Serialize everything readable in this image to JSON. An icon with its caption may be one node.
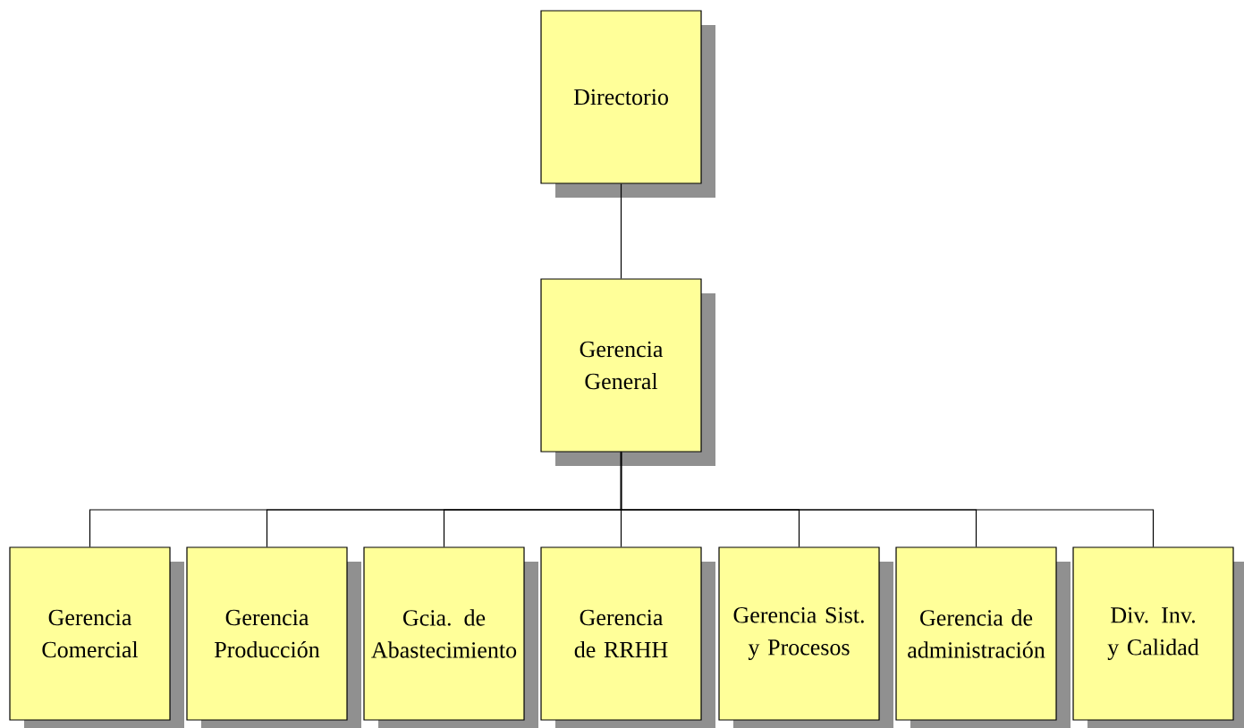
{
  "diagram": {
    "nodes": [
      {
        "text": [
          "Directorio"
        ]
      },
      {
        "text": [
          "Gerencia General"
        ]
      },
      {
        "text": [
          "Gerencia Comercial"
        ]
      },
      {
        "text": [
          "Gerencia Producción"
        ]
      },
      {
        "text": [
          "Gcia. de Abastecimiento"
        ]
      },
      {
        "text": [
          "Gerencia de RRHH"
        ]
      },
      {
        "text": [
          "Gerencia Sist. y Procesos"
        ]
      },
      {
        "text": [
          "Gerencia de administración"
        ]
      },
      {
        "text": [
          "Div.  Inv. y Calidad"
        ]
      }
    ],
    "edges": [
      {
        "from": 0,
        "to": 1,
        "arrow": "none"
      },
      {
        "from": 1,
        "to": 2,
        "arrow": "none"
      },
      {
        "from": 1,
        "to": 3,
        "arrow": "none"
      },
      {
        "from": 1,
        "to": 4,
        "arrow": "none"
      },
      {
        "from": 1,
        "to": 5,
        "arrow": "none"
      },
      {
        "from": 1,
        "to": 6,
        "arrow": "none"
      },
      {
        "from": 1,
        "to": 7,
        "arrow": "none"
      },
      {
        "from": 1,
        "to": 8,
        "arrow": "none"
      }
    ]
  }
}
